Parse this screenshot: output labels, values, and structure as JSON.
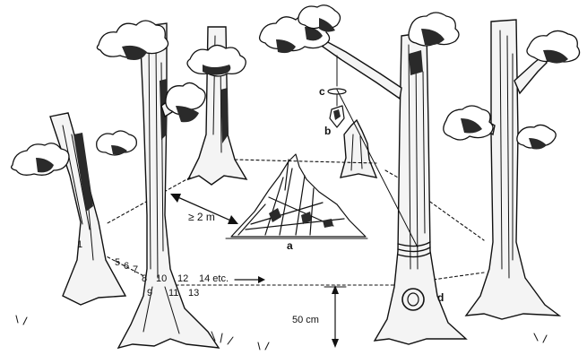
{
  "labels": {
    "point_1": "1",
    "point_5": "5",
    "point_6": "6",
    "point_7": "7",
    "point_8": "8",
    "point_9": "9",
    "point_10": "10",
    "point_11": "11",
    "point_12": "12",
    "point_13": "13",
    "point_14": "14 etc.",
    "distance": "≥ 2 m",
    "height": "50 cm",
    "a": "a",
    "b": "b",
    "c": "c",
    "d": "d"
  }
}
